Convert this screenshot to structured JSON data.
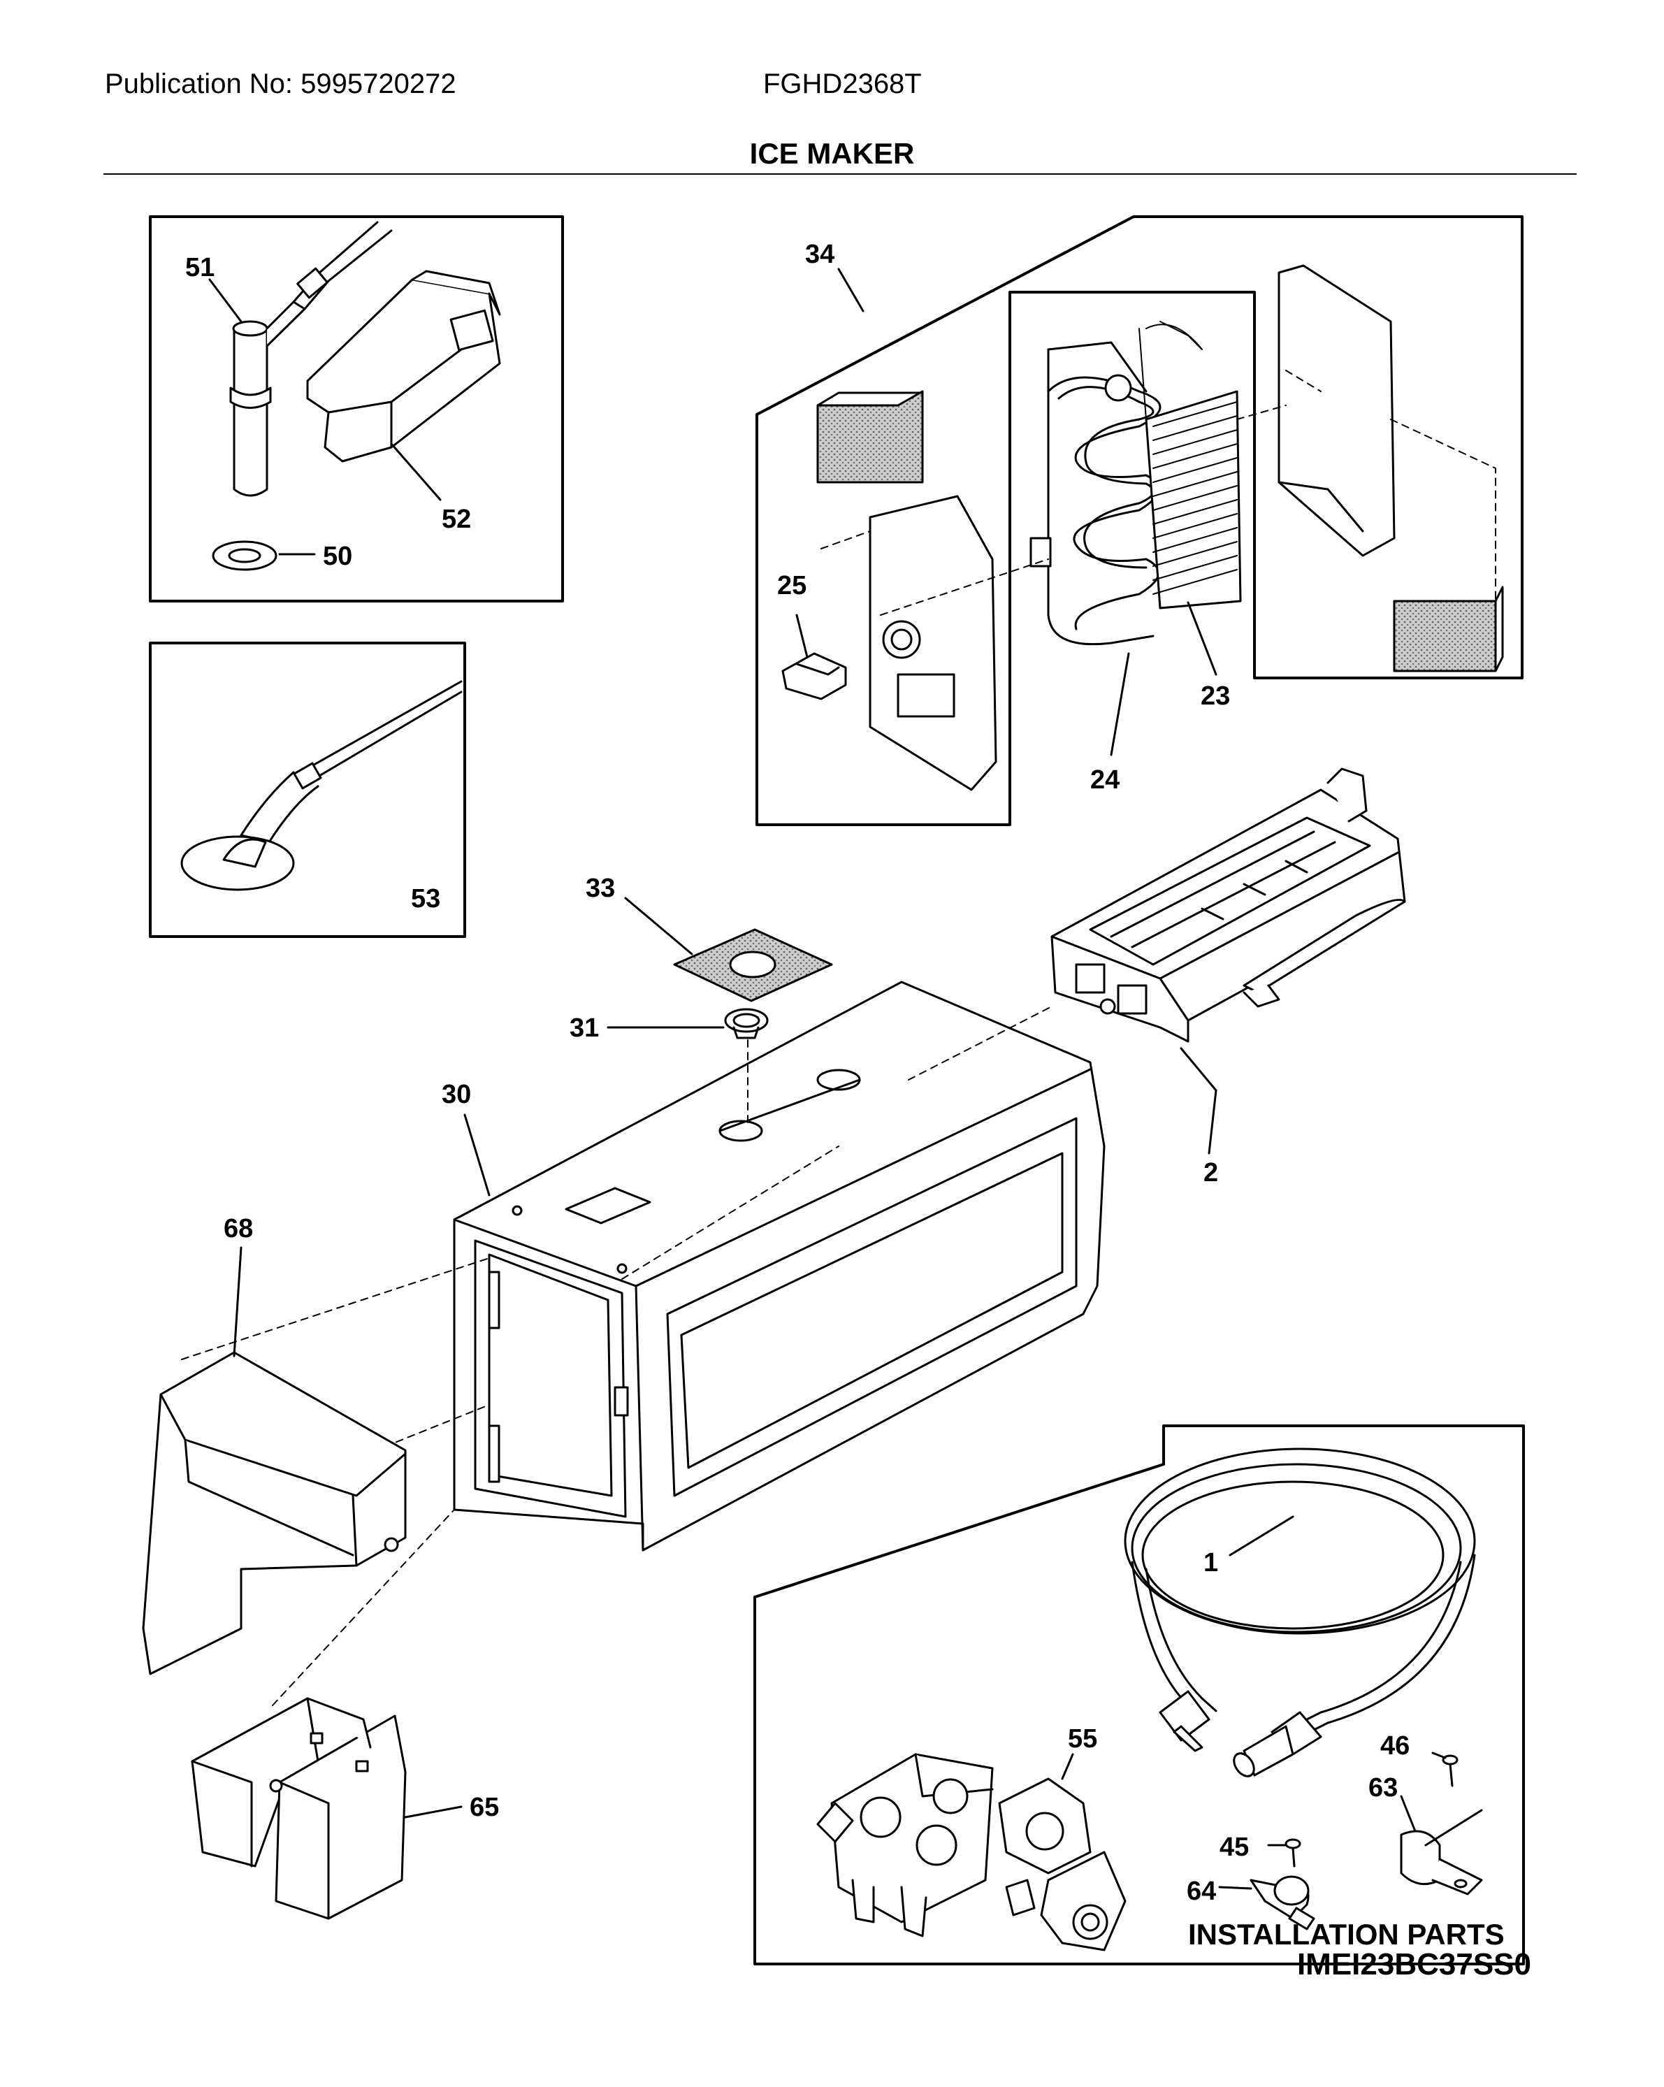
{
  "header": {
    "publication": "Publication No: 5995720272",
    "model": "FGHD2368T",
    "title": "ICE MAKER"
  },
  "footer": {
    "code": "IMEI23BC37SS0"
  },
  "install_box_label": "INSTALLATION PARTS",
  "part_numbers": {
    "p51": "51",
    "p52": "52",
    "p50": "50",
    "p53": "53",
    "p34": "34",
    "p25": "25",
    "p23": "23",
    "p24": "24",
    "p33": "33",
    "p31": "31",
    "p30": "30",
    "p2": "2",
    "p68": "68",
    "p1": "1",
    "p55": "55",
    "p46": "46",
    "p45": "45",
    "p63": "63",
    "p64": "64",
    "p65": "65"
  }
}
